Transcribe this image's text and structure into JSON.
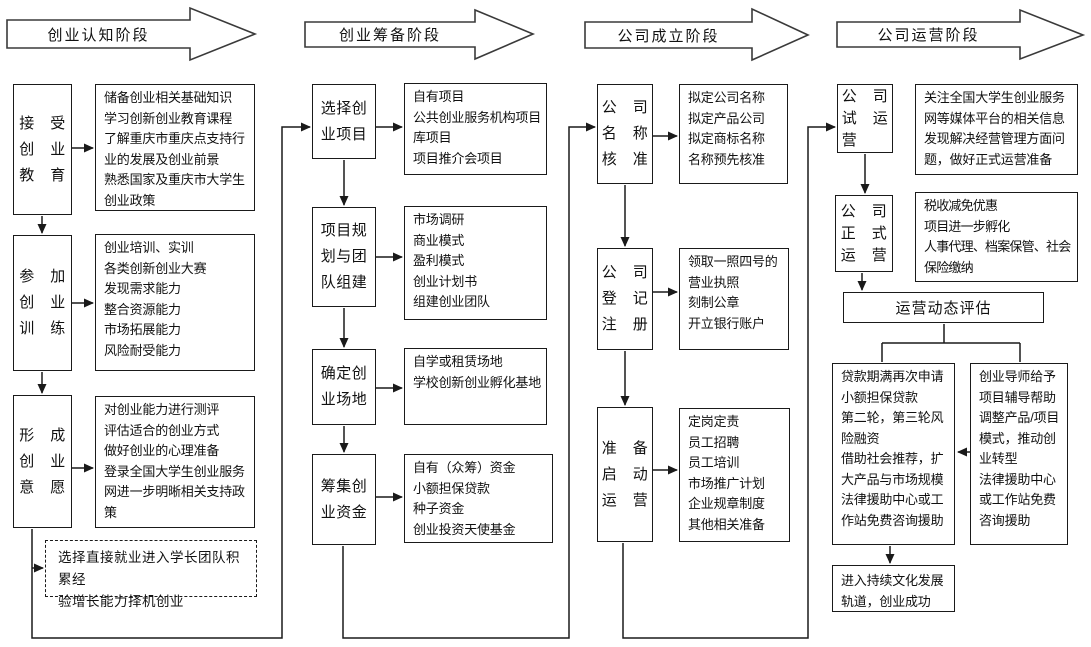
{
  "stages": [
    {
      "header": "创业认知阶段",
      "steps": [
        {
          "label": "接　受\n创　业\n教　育",
          "detail": "储备创业相关基础知识\n学习创新创业教育课程\n了解重庆市重庆点支持行\n业的发展及创业前景\n熟悉国家及重庆市大学生\n创业政策"
        },
        {
          "label": "参　加\n创　业\n训　练",
          "detail": "创业培训、实训\n各类创新创业大赛\n发现需求能力\n整合资源能力\n市场拓展能力\n风险耐受能力"
        },
        {
          "label": "形　成\n创　业\n意　愿",
          "detail": "对创业能力进行测评\n评估适合的创业方式\n做好创业的心理准备\n登录全国大学生创业服务\n网进一步明晰相关支持政\n策"
        }
      ],
      "alt_path": "选择直接就业进入学长团队积累经\n验增长能力择机创业"
    },
    {
      "header": "创业筹备阶段",
      "steps": [
        {
          "label": "选择创\n业项目",
          "detail": "自有项目\n公共创业服务机构项目\n库项目\n项目推介会项目"
        },
        {
          "label": "项目规\n划与团\n队组建",
          "detail": "市场调研\n商业模式\n盈利模式\n创业计划书\n组建创业团队"
        },
        {
          "label": "确定创\n业场地",
          "detail": "自学或租赁场地\n学校创新创业孵化基地"
        },
        {
          "label": "筹集创\n业资金",
          "detail": "自有（众筹）资金\n小额担保贷款\n种子资金\n创业投资天使基金"
        }
      ]
    },
    {
      "header": "公司成立阶段",
      "steps": [
        {
          "label": "公　司\n名　称\n核　准",
          "detail": "拟定公司名称\n拟定产品公司\n拟定商标名称\n名称预先核准"
        },
        {
          "label": "公　司\n登　记\n注　册",
          "detail": "领取一照四号的\n营业执照\n刻制公章\n开立银行账户"
        },
        {
          "label": "准　备\n启　动\n运　营",
          "detail": "定岗定责\n员工招聘\n员工培训\n市场推广计划\n企业规章制度\n其他相关准备"
        }
      ]
    },
    {
      "header": "公司运营阶段",
      "steps": [
        {
          "label": "公　司\n试　运\n营",
          "detail": "关注全国大学生创业服务\n网等媒体平台的相关信息\n发现解决经营管理方面问\n题，做好正式运营准备"
        },
        {
          "label": "公　司\n正　式\n运　营",
          "detail": "税收减免优惠\n项目进一步孵化\n人事代理、档案保管、社会\n保险缴纳"
        }
      ],
      "evaluation": "运营动态评估",
      "loan_support": "贷款期满再次申请\n小额担保贷款\n第二轮，第三轮风\n险融资\n借助社会推荐，扩\n大产品与市场规模\n法律援助中心或工\n作站免费咨询援助",
      "mentor_support": "创业导师给予\n项目辅导帮助\n调整产品/项目\n模式，推动创\n业转型\n法律援助中心\n或工作站免费\n咨询援助",
      "success": "进入持续文化发展\n轨道，创业成功"
    }
  ]
}
